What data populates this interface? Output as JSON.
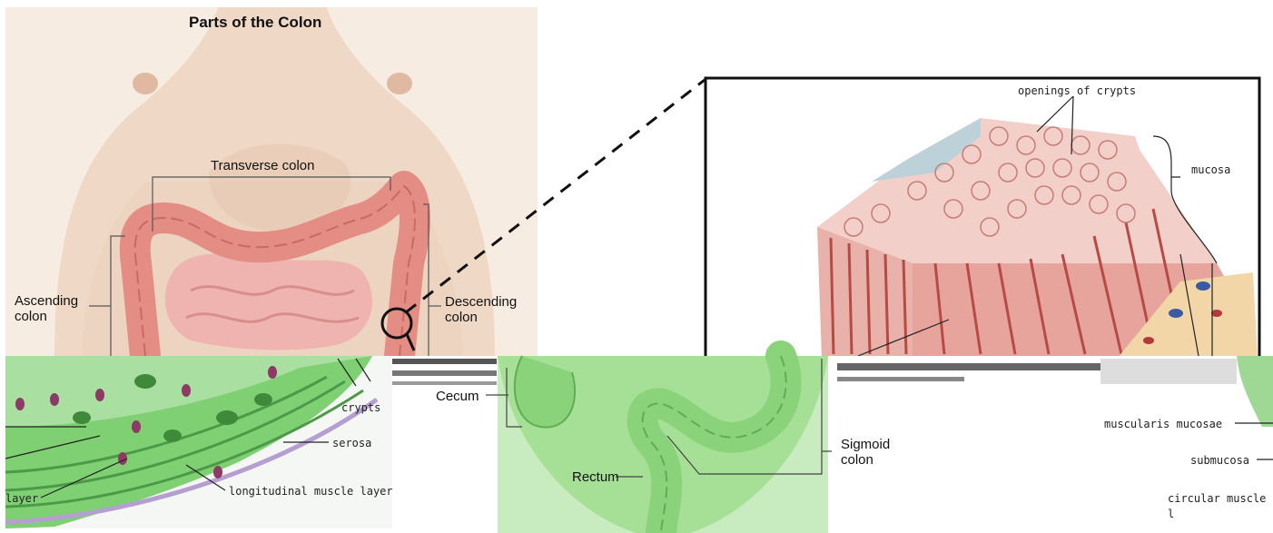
{
  "title": "Parts of the Colon",
  "labels": {
    "transverse": "Transverse colon",
    "ascending": "Ascending\ncolon",
    "descending": "Descending\ncolon",
    "cecum": "Cecum",
    "rectum": "Rectum",
    "sigmoid": "Sigmoid\ncolon"
  },
  "tissue_labels": {
    "openings": "openings of crypts",
    "mucosa": "mucosa",
    "crypts": "crypts",
    "serosa": "serosa",
    "longitudinal": "longitudinal muscle layer",
    "layer_fragment": "layer",
    "muscularis_mucosae": "muscularis  mucosae",
    "submucosa": "submucosa",
    "circular": "circular muscle l"
  },
  "colors": {
    "skin": "#efd9c6",
    "colon": "#e38d84",
    "colon_dark": "#c96a63",
    "intestine": "#f0b4b0",
    "green_body": "#9ed894",
    "green_colon": "#8ad37a",
    "tissue_pink": "#f2cfc8",
    "tissue_red": "#b84a45",
    "muscle_green": "#7fcf73",
    "frame": "#111111"
  }
}
